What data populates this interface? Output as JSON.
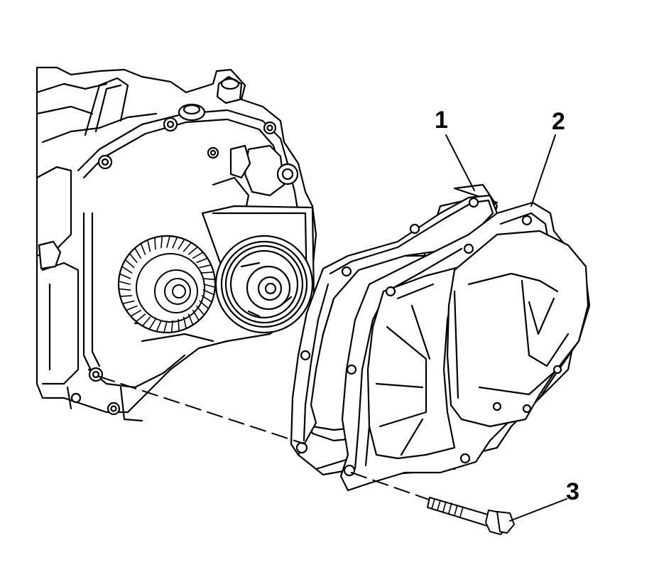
{
  "callouts": {
    "label_1": "1",
    "label_2": "2",
    "label_3": "3"
  },
  "colors": {
    "line": "#000000",
    "background": "#ffffff"
  },
  "parts": {
    "transmission": "transmission-case",
    "gasket": "cover-gasket",
    "cover": "end-cover",
    "bolt": "cover-bolt"
  }
}
